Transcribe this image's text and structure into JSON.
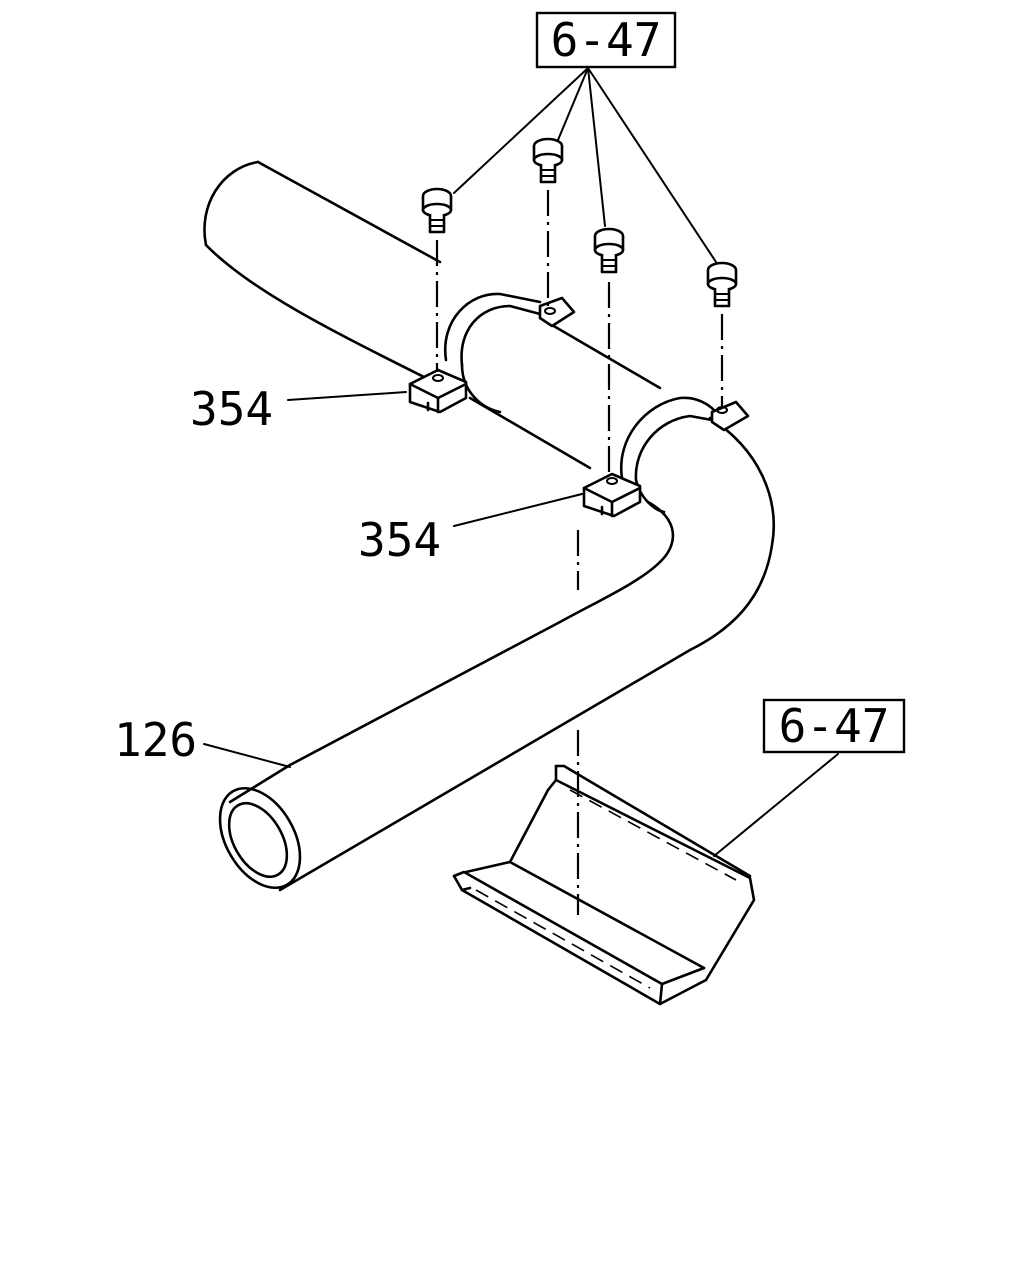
{
  "references": {
    "top": "6-47",
    "bottom": "6-47"
  },
  "callouts": {
    "clamp_upper": "354",
    "clamp_lower": "354",
    "pipe": "126"
  }
}
